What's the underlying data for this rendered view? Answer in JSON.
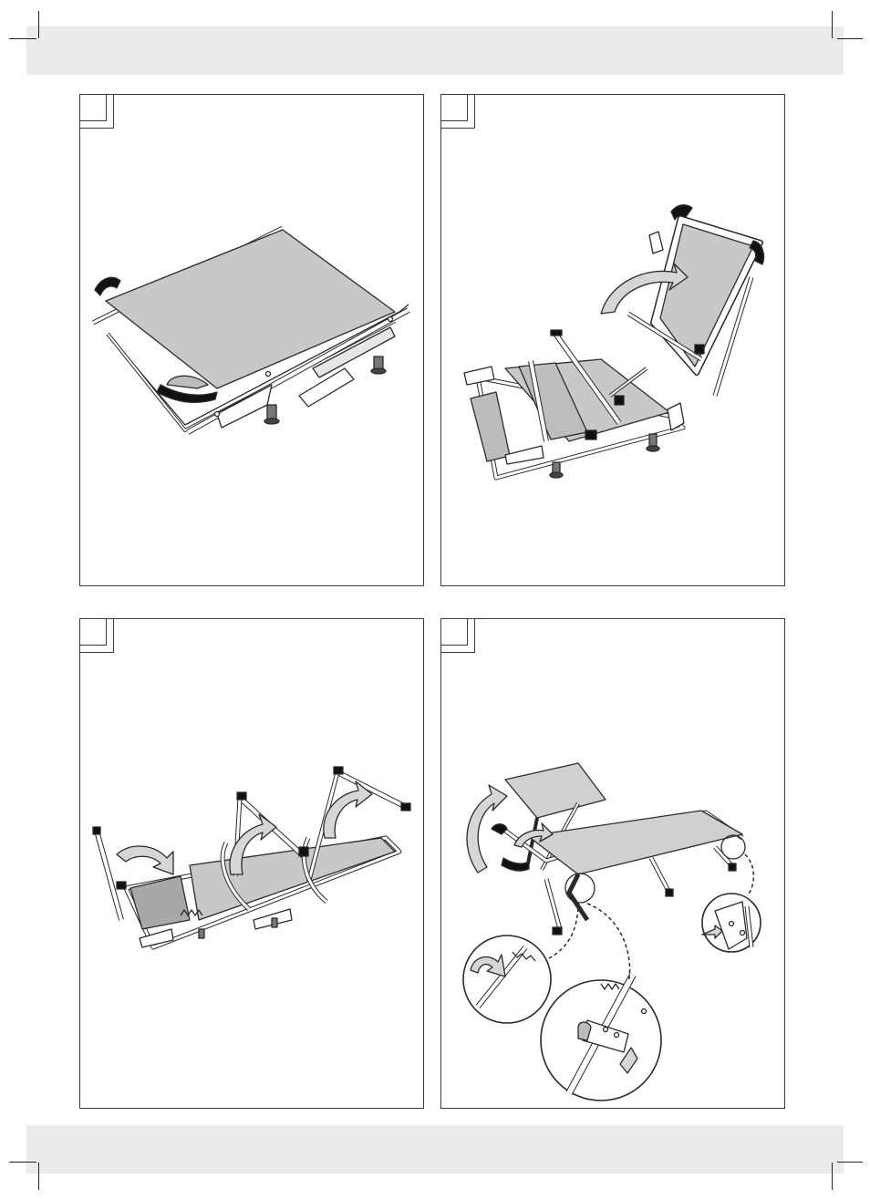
{
  "page": {
    "background": "#ffffff",
    "band_color": "#ebebeb"
  },
  "panels": [
    {
      "id": "step-1",
      "number": "",
      "figure": "lounger-folded-flat"
    },
    {
      "id": "step-2",
      "number": "",
      "figure": "lounger-backrest-raising"
    },
    {
      "id": "step-3",
      "number": "",
      "figure": "lounger-frames-unfolding"
    },
    {
      "id": "step-4",
      "number": "",
      "figure": "lounger-with-sunshade-and-detail-circles"
    }
  ],
  "colors": {
    "fabric": "#c8c8c8",
    "fabric_dark": "#a8a8a8",
    "frame": "#ffffff",
    "outline": "#2a2a2a",
    "arrow_fill": "#d6d6d6",
    "end_cap": "#111111"
  }
}
